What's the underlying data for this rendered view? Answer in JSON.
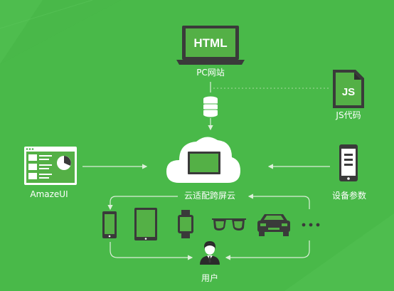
{
  "pc": {
    "label": "PC网站",
    "screen_text": "HTML"
  },
  "js": {
    "label": "JS代码",
    "badge_text": "JS"
  },
  "amaze": {
    "label": "AmazeUI"
  },
  "device_params": {
    "label": "设备参数"
  },
  "cloud": {
    "label": "云适配跨屏云"
  },
  "user": {
    "label": "用户"
  },
  "devices": [
    "phone",
    "tablet",
    "smartwatch",
    "glasses",
    "car",
    "more"
  ],
  "colors": {
    "background": "#49b949",
    "device_frame": "#3a3a3a",
    "device_screen": "#54b046",
    "line": "#dcefd9",
    "cloud_fill": "#ffffff"
  }
}
